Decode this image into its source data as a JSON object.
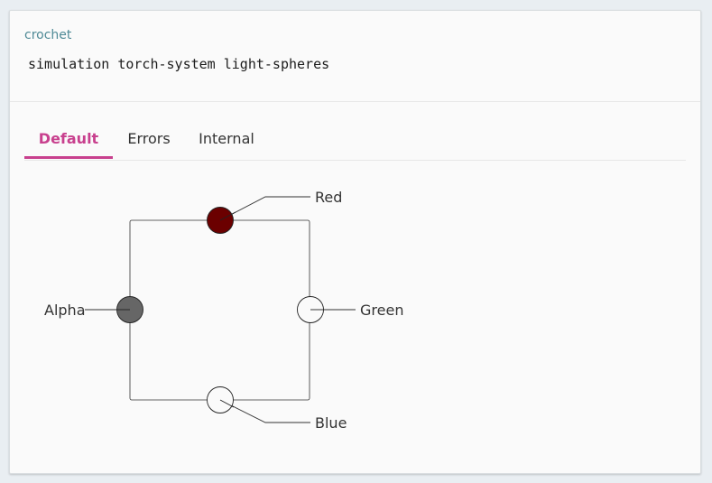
{
  "header": {
    "app_name": "crochet",
    "command": "simulation torch-system light-spheres"
  },
  "tabs": [
    {
      "label": "Default",
      "active": true
    },
    {
      "label": "Errors",
      "active": false
    },
    {
      "label": "Internal",
      "active": false
    }
  ],
  "spheres": {
    "red": {
      "label": "Red",
      "color": "#6b0000"
    },
    "green": {
      "label": "Green",
      "color": "#fafafa"
    },
    "blue": {
      "label": "Blue",
      "color": "#fafafa"
    },
    "alpha": {
      "label": "Alpha",
      "color": "#666666"
    }
  },
  "colors": {
    "accent": "#c8408e",
    "link": "#4f8a96"
  }
}
